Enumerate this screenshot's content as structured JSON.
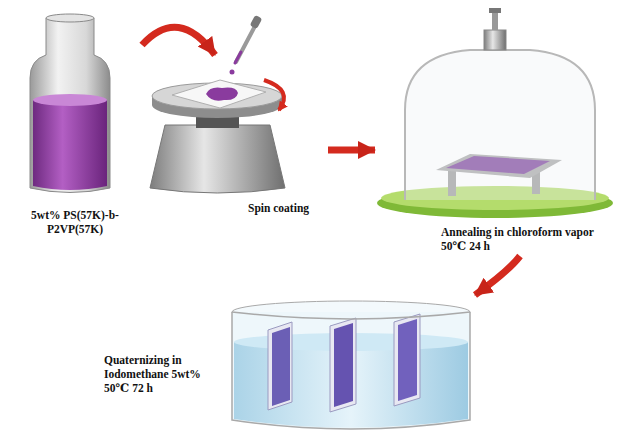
{
  "diagram": {
    "nodes": [
      {
        "text": [
          "5wt% PS(57K)-b-P2VP(57K)"
        ]
      },
      {
        "text": [
          "Spin coating"
        ]
      },
      {
        "text": [
          "Annealing in chloroform vapor 50℃ 24 h"
        ]
      },
      {
        "text": [
          "Quaternizing in Iodomethane 5wt% 50℃ 72 h"
        ]
      }
    ],
    "edges": [
      {
        "from": 0,
        "to": 1,
        "arrow": "to"
      },
      {
        "from": 1,
        "to": 2,
        "arrow": "to"
      },
      {
        "from": 2,
        "to": 3,
        "arrow": "to"
      }
    ]
  }
}
